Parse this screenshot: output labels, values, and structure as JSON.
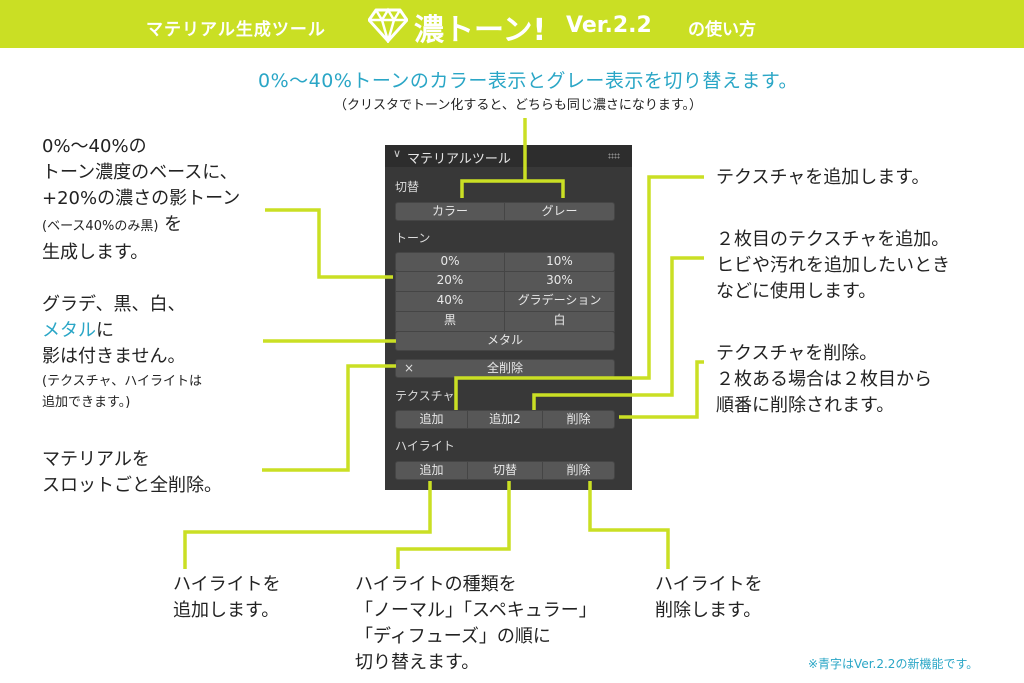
{
  "banner": {
    "subtitle": "マテリアル生成ツール",
    "logo_icon": "diamond-icon",
    "logo": "濃トーン!",
    "version": "Ver.2.2",
    "howto": "の使い方",
    "bg_color": "#cadf24"
  },
  "top_annotation": {
    "title": "0%〜40%トーンのカラー表示とグレー表示を切り替えます。",
    "sub": "（クリスタでトーン化すると、どちらも同じ濃さになります。）"
  },
  "left_annotations": {
    "tone": {
      "lines": [
        "0%〜40%の",
        "トーン濃度のベースに、",
        "+20%の濃さの影トーン"
      ],
      "small": "(ベース40%のみ黒)",
      "small_suffix": " を",
      "last": "生成します。"
    },
    "no_shadow": {
      "line1": "グラデ、黒、白、",
      "line2_blue": "メタル",
      "line2_rest": "に",
      "line3": "影は付きません。",
      "small1": "(テクスチャ、ハイライトは",
      "small2": "追加できます。)"
    },
    "delete_all": {
      "line1": "マテリアルを",
      "line2": "スロットごと全削除。"
    }
  },
  "right_annotations": {
    "texture_add": {
      "line1": "テクスチャを追加します。"
    },
    "texture_add2": {
      "line1": "２枚目のテクスチャを追加。",
      "line2": "ヒビや汚れを追加したいとき",
      "line3": "などに使用します。"
    },
    "texture_delete": {
      "line1": "テクスチャを削除。",
      "line2": "２枚ある場合は２枚目から",
      "line3": "順番に削除されます。"
    }
  },
  "bottom_annotations": {
    "highlight_add": {
      "line1": "ハイライトを",
      "line2": "追加します。"
    },
    "highlight_toggle": {
      "line1": "ハイライトの種類を",
      "line2": "「ノーマル」「スペキュラー」",
      "line3": "「ディフューズ」の順に",
      "line4": "切り替えます。"
    },
    "highlight_delete": {
      "line1": "ハイライトを",
      "line2": "削除します。"
    }
  },
  "footnote": "※青字はVer.2.2の新機能です。",
  "panel": {
    "header": {
      "chevron": "∨",
      "title": "マテリアルツール"
    },
    "switch": {
      "label": "切替",
      "buttons": [
        "カラー",
        "グレー"
      ]
    },
    "tone": {
      "label": "トーン",
      "grid": [
        [
          "0%",
          "10%"
        ],
        [
          "20%",
          "30%"
        ],
        [
          "40%",
          "グラデーション"
        ],
        [
          "黒",
          "白"
        ]
      ],
      "metal": "メタル"
    },
    "delete_all": {
      "icon": "×",
      "label": "全削除"
    },
    "texture": {
      "label": "テクスチャ",
      "buttons": [
        "追加",
        "追加2",
        "削除"
      ]
    },
    "highlight": {
      "label": "ハイライト",
      "buttons": [
        "追加",
        "切替",
        "削除"
      ]
    }
  },
  "colors": {
    "accent_lime": "#cadf24",
    "new_feature_blue": "#2aa6c6",
    "panel_bg": "#383838",
    "button_bg": "#575757"
  }
}
